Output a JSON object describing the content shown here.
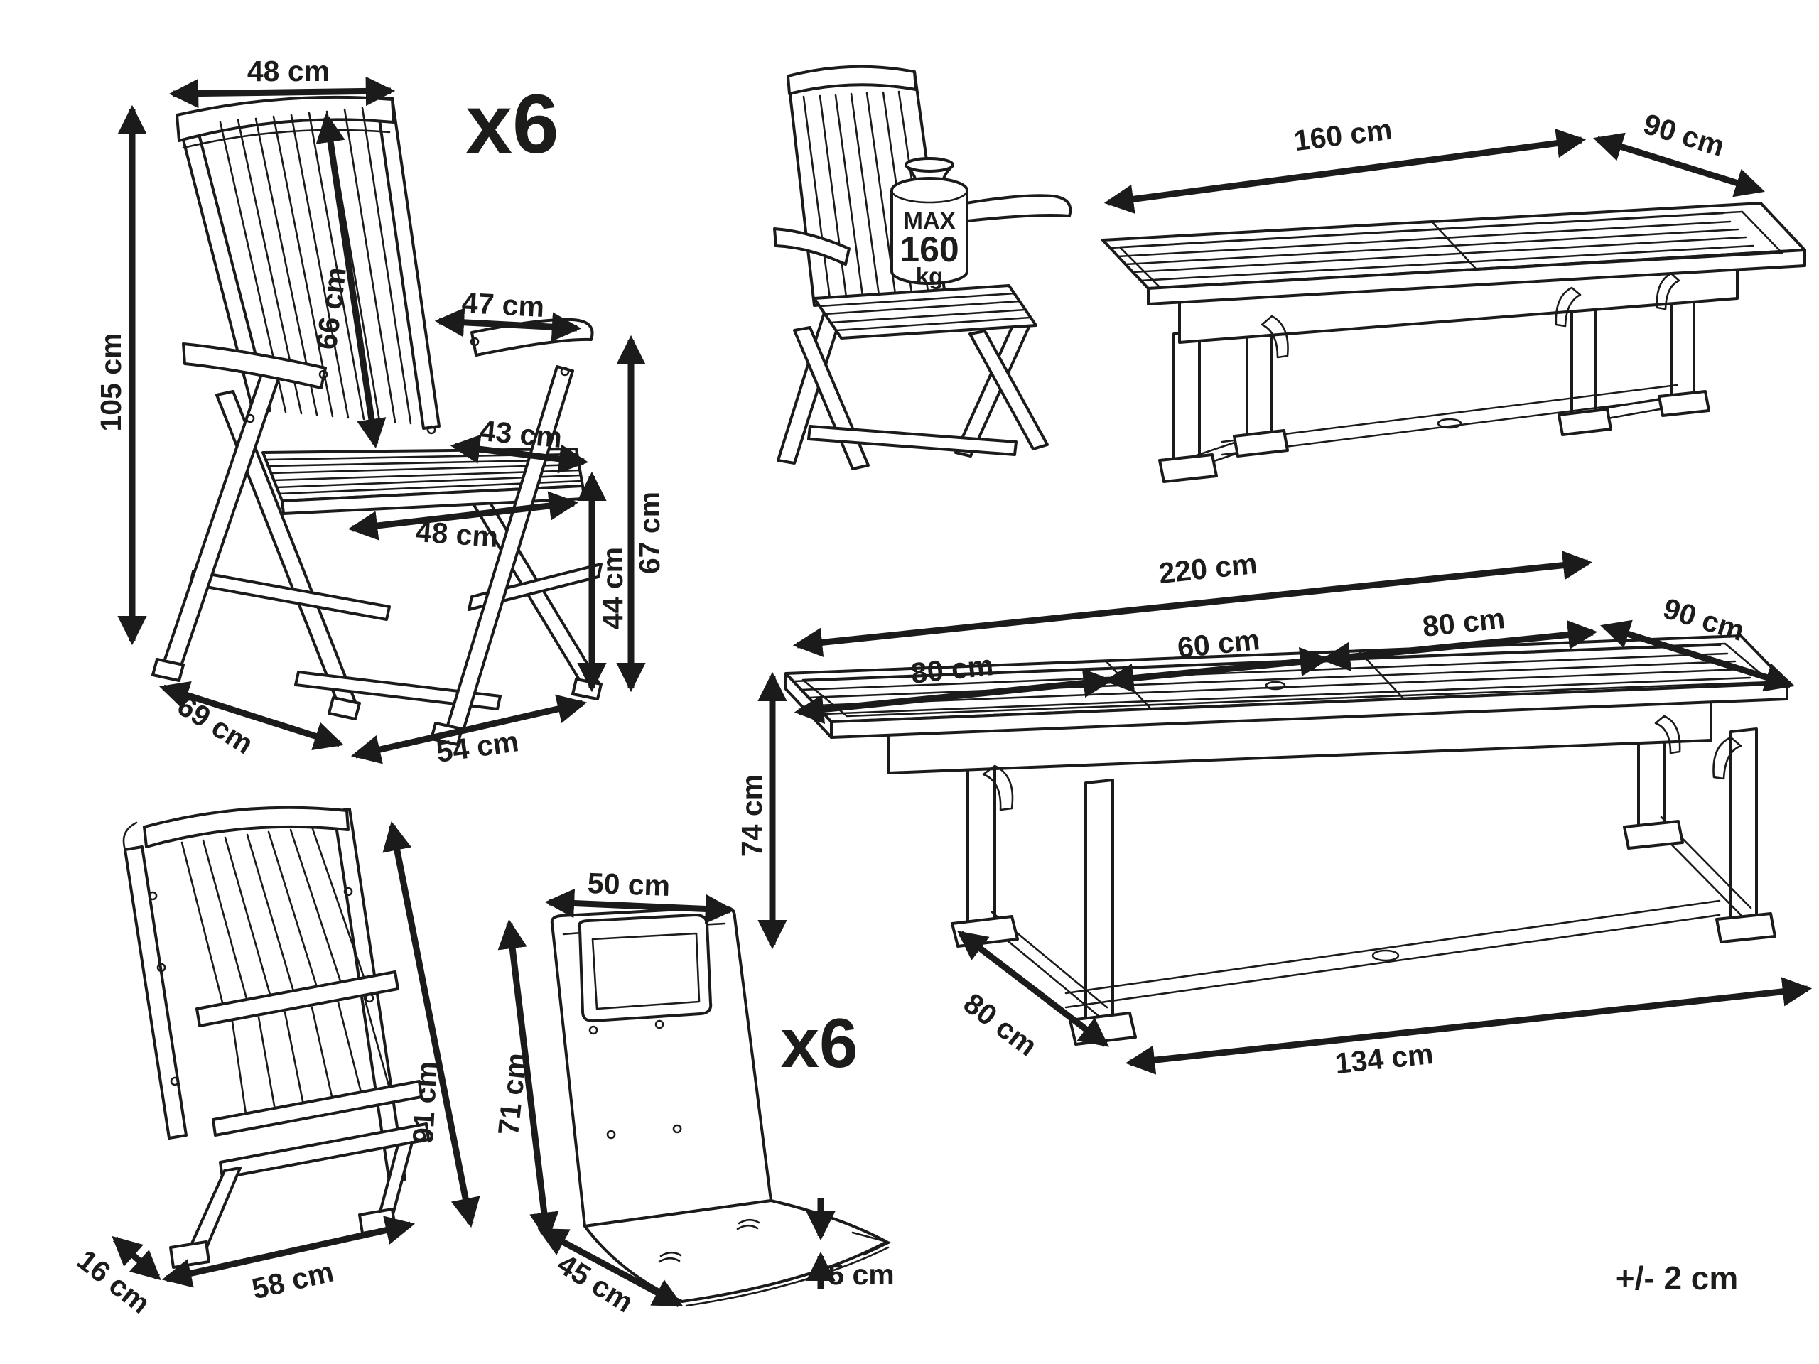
{
  "diagram": {
    "tolerance_note": "+/- 2 cm",
    "armchair": {
      "quantity": "x6",
      "back_width": "48 cm",
      "total_height": "105 cm",
      "backrest_height": "66 cm",
      "armrest_depth": "47 cm",
      "seat_depth": "43 cm",
      "seat_width": "48 cm",
      "armrest_height": "67 cm",
      "seat_height": "44 cm",
      "total_depth": "69 cm",
      "total_width": "54 cm",
      "max_load": {
        "line1": "MAX",
        "line2": "160",
        "line3": "kg"
      }
    },
    "table_compact": {
      "length": "160 cm",
      "width": "90 cm"
    },
    "table_extended": {
      "total_length": "220 cm",
      "left_section": "80 cm",
      "middle_section": "60 cm",
      "right_section": "80 cm",
      "width": "90 cm",
      "height": "74 cm",
      "base_depth": "80 cm",
      "base_length": "134 cm"
    },
    "folded_chair": {
      "height": "91 cm",
      "depth": "16 cm",
      "width": "58 cm"
    },
    "cushion": {
      "quantity": "x6",
      "width": "50 cm",
      "back_height": "71 cm",
      "seat_depth": "45 cm",
      "thickness": "5 cm"
    }
  }
}
